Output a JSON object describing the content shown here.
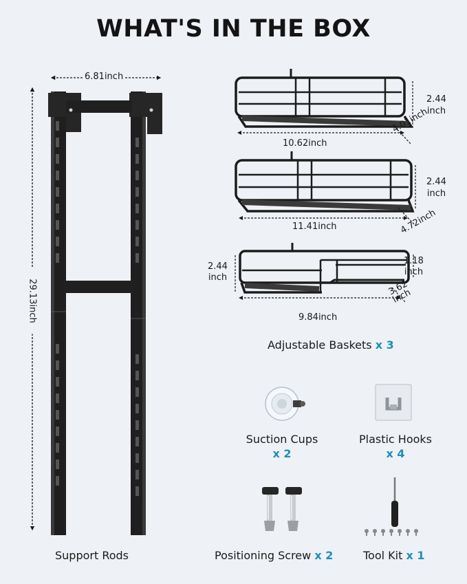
{
  "title": "WHAT'S IN THE BOX",
  "rods": {
    "width_label": "6.81inch",
    "height_label": "29.13inch",
    "name": "Support Rods"
  },
  "baskets": [
    {
      "length_label": "10.62inch",
      "depth_label": "4.01inch",
      "height_label_line1": "2.44",
      "height_label_line2": "inch"
    },
    {
      "length_label": "11.41inch",
      "depth_label": "4.72inch",
      "height_label_line1": "2.44",
      "height_label_line2": "inch"
    },
    {
      "length_label": "9.84inch",
      "depth_label_line1": "3.62",
      "depth_label_line2": "inch",
      "left_height_line1": "2.44",
      "left_height_line2": "inch",
      "step_height_line1": "1.18",
      "step_height_line2": "inch"
    }
  ],
  "items": {
    "baskets_name": "Adjustable Baskets",
    "baskets_qty": "x 3",
    "suction_name": "Suction Cups",
    "suction_qty": "x 2",
    "hooks_name": "Plastic Hooks",
    "hooks_qty": "x 4",
    "screw_name": "Positioning Screw",
    "screw_qty": "x 2",
    "tool_name": "Tool Kit",
    "tool_qty": "x 1"
  },
  "colors": {
    "background": "#eef1f6",
    "product": "#1c1c1c",
    "accent": "#1f8fb4"
  }
}
